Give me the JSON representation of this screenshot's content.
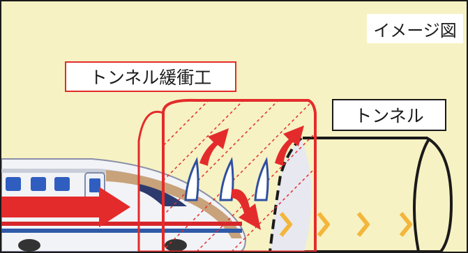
{
  "diagram": {
    "image_tag": "イメージ図",
    "buffer_label": "トンネル緩衝工",
    "tunnel_label": "トンネル"
  },
  "colors": {
    "background": "#f6f2c3",
    "buffer_red": "#e42b2b",
    "tunnel_black": "#1a1a1a",
    "train_stripe": "#c8a27a",
    "chevron": "#f3b63a"
  }
}
